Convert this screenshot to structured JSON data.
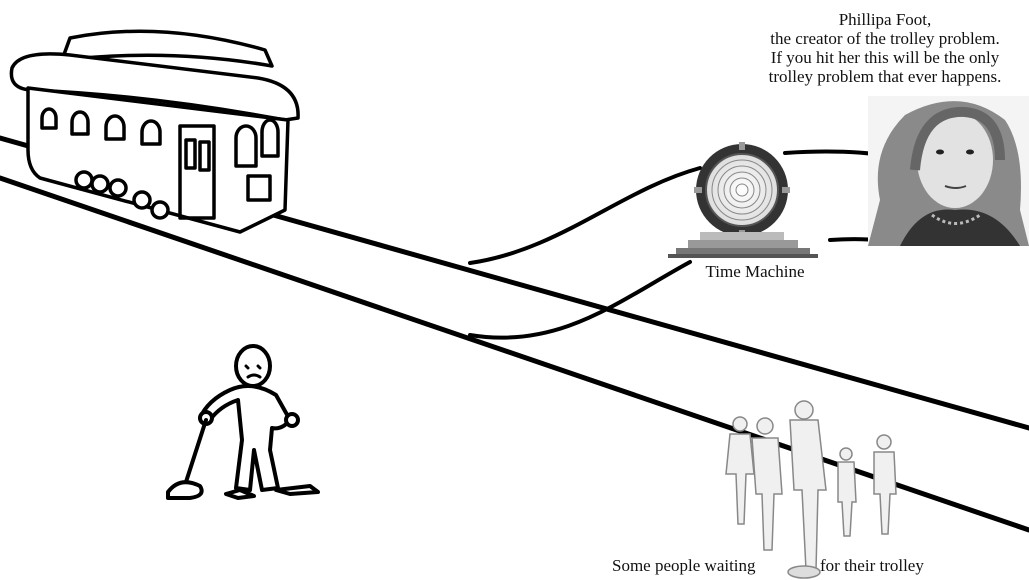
{
  "captions": {
    "foot_line1": "Phillipa Foot,",
    "foot_line2": "the creator of the trolley problem.",
    "foot_line3": "If you hit her this will be the only",
    "foot_line4": "trolley problem that ever happens.",
    "time_machine": "Time Machine",
    "people_left": "Some people waiting",
    "people_right": "for their trolley"
  },
  "icons": {
    "trolley": "trolley-icon",
    "time_machine": "portal-icon",
    "lever_person": "stick-figure-icon",
    "philosopher": "portrait-icon",
    "crowd": "crowd-icon"
  }
}
